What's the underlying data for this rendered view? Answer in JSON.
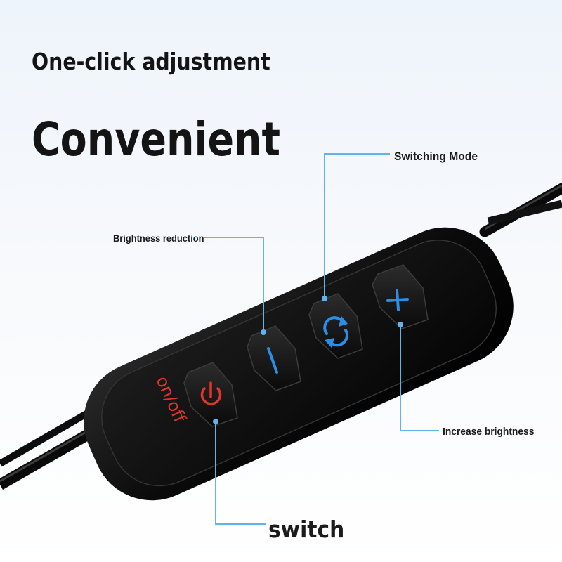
{
  "headline": {
    "sub": "One-click adjustment",
    "main": "Convenient"
  },
  "callouts": {
    "switching_mode": "Switching Mode",
    "brightness_reduction": "Brightness reduction",
    "increase_brightness": "Increase brightness",
    "switch": "switch"
  },
  "device": {
    "onoff_label": "on/off",
    "buttons": [
      {
        "name": "power",
        "glyph": "power-icon"
      },
      {
        "name": "minus",
        "glyph": "minus-icon"
      },
      {
        "name": "mode",
        "glyph": "cycle-arrows-icon"
      },
      {
        "name": "plus",
        "glyph": "plus-icon"
      }
    ]
  },
  "colors": {
    "accent_blue": "#2b8fe6",
    "leader_line": "#5fb3ee",
    "power_red": "#e0342c",
    "body_black": "#0d0d0d"
  }
}
